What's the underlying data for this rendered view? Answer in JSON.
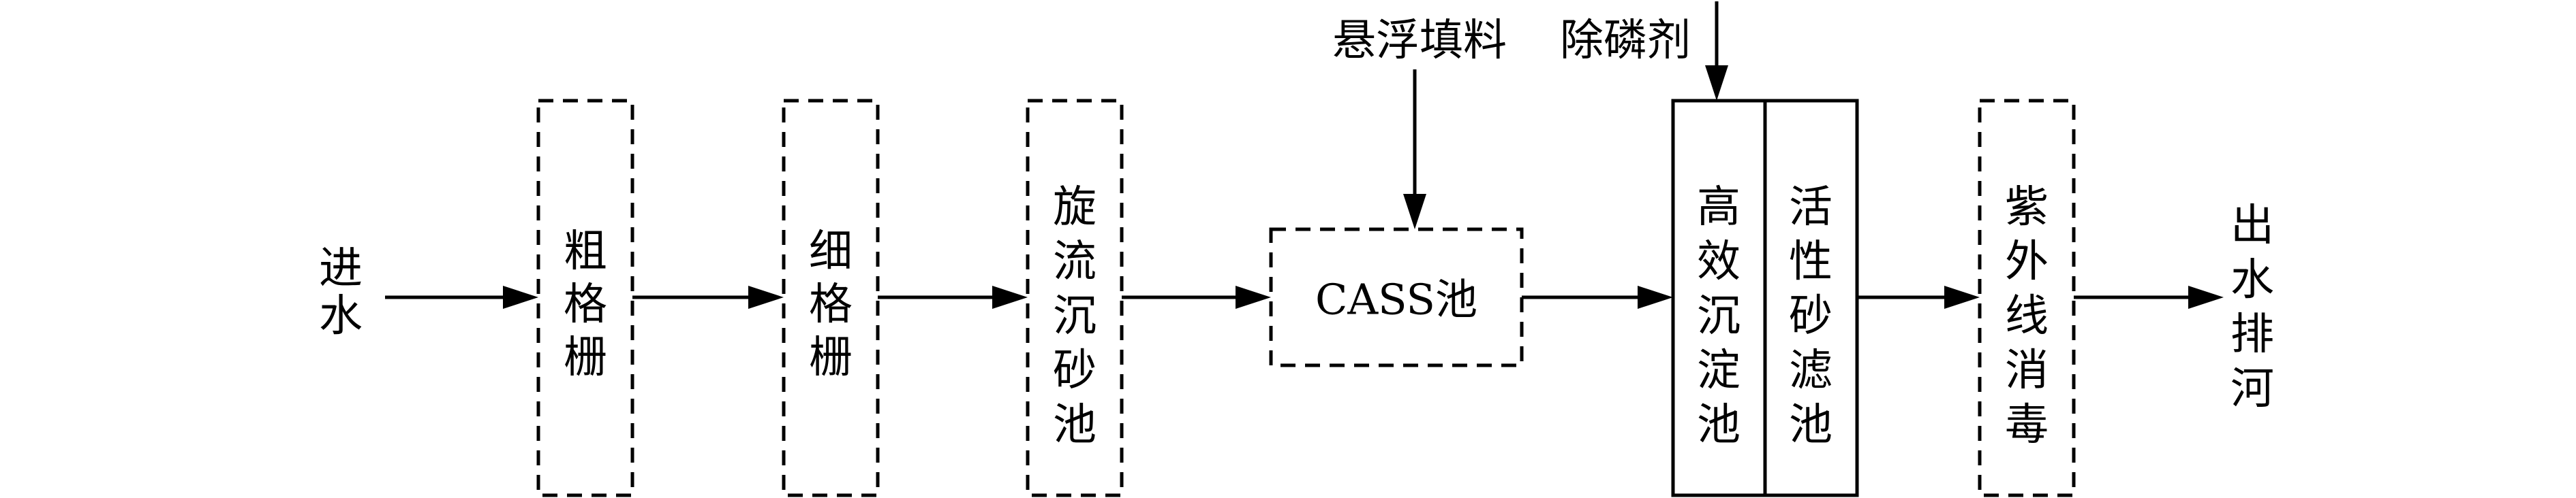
{
  "diagram": {
    "inlet": "进水",
    "outlet": "出水排河",
    "coarse_screen": "粗格栅",
    "fine_screen": "细格栅",
    "grit_chamber": "旋流沉砂池",
    "cass_tank": "CASS池",
    "suspended_filler": "悬浮填料",
    "phosphorus_agent": "除磷剂",
    "hi_eff_sedimentation": "高效沉淀池",
    "sand_filter": "活性砂滤池",
    "uv_disinfection": "紫外线消毒"
  }
}
